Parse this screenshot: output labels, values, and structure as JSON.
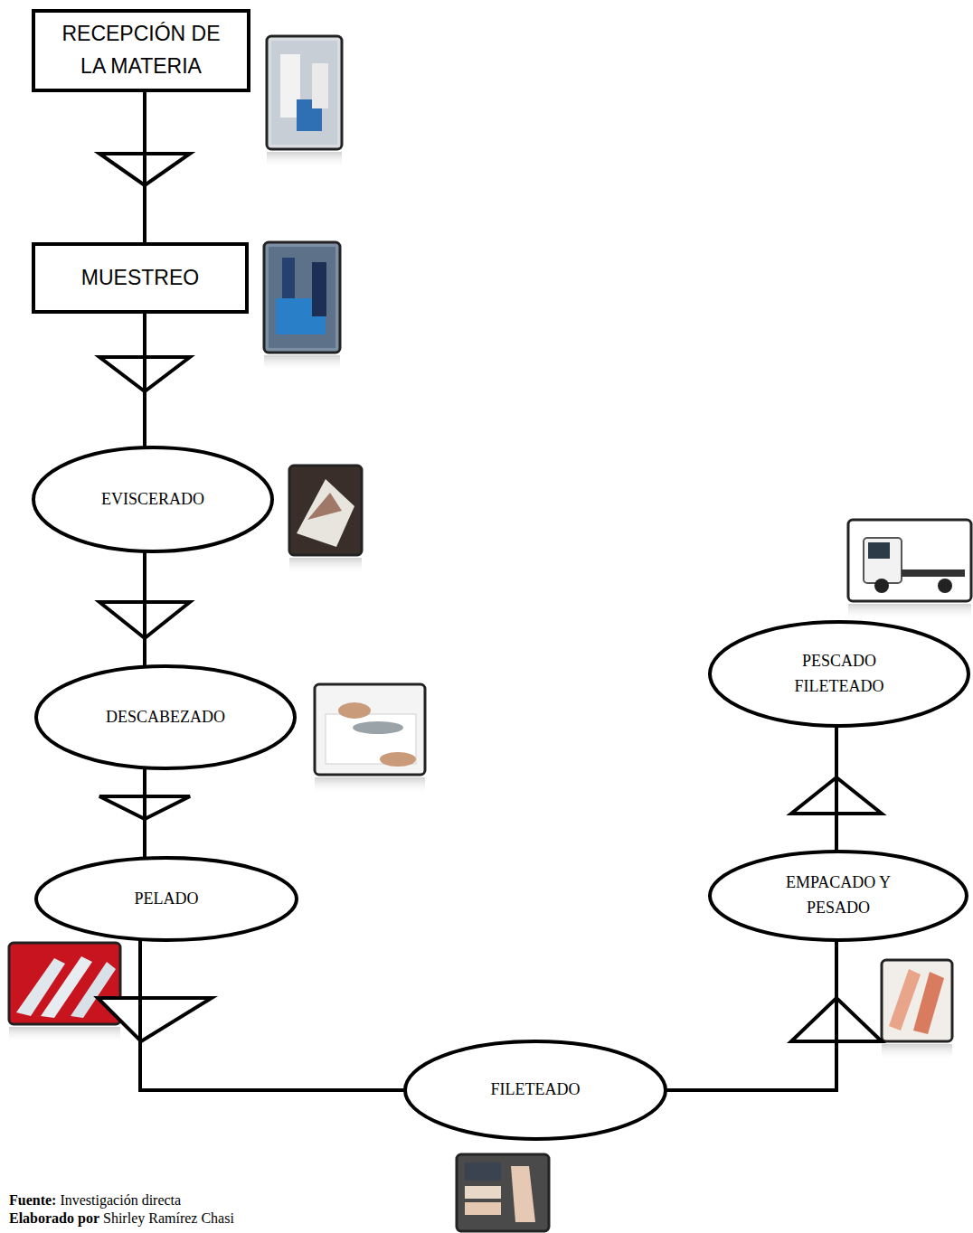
{
  "diagram": {
    "nodes": [
      {
        "text": [
          "RECEPCIÓN DE LA MATERIA"
        ]
      },
      {
        "text": [
          "MUESTREO"
        ]
      },
      {
        "text": [
          "EVISCERADO"
        ]
      },
      {
        "text": [
          "DESCABEZADO"
        ]
      },
      {
        "text": [
          "PELADO"
        ]
      },
      {
        "text": [
          "FILETEADO"
        ]
      },
      {
        "text": [
          "EMPACADO Y PESADO"
        ]
      },
      {
        "text": [
          "PESCADO FILETEADO"
        ]
      }
    ],
    "edges": [
      {
        "from": 0,
        "to": 1,
        "arrow": "none"
      },
      {
        "from": 1,
        "to": 2,
        "arrow": "none"
      },
      {
        "from": 2,
        "to": 3,
        "arrow": "none"
      },
      {
        "from": 3,
        "to": 4,
        "arrow": "none"
      },
      {
        "from": 4,
        "to": 5,
        "arrow": "none"
      },
      {
        "from": 5,
        "to": 6,
        "arrow": "none"
      },
      {
        "from": 6,
        "to": 7,
        "arrow": "none"
      }
    ],
    "labels": [
      "Fuente:",
      "Investigación directa",
      "Elaborado por",
      "Shirley Ramírez Chasi"
    ]
  }
}
